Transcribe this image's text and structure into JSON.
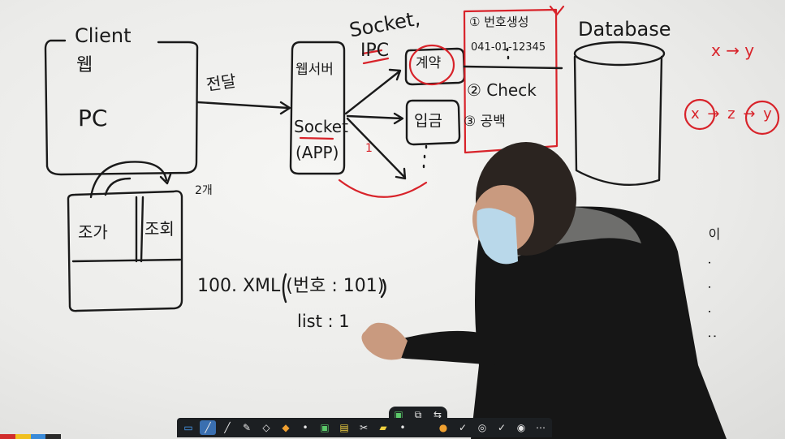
{
  "board": {
    "client": {
      "title": "Client",
      "line1": "웹",
      "line2": "PC"
    },
    "send_label": "전달",
    "webserver": {
      "line1": "웹서버",
      "socket": "Socket",
      "app": "(APP)"
    },
    "socket_ipc": {
      "line1": "Socket,",
      "line2": "IPC"
    },
    "box_gyeyak": "계약",
    "box_ipgeum": "입금",
    "steps": {
      "s1": "① 번호생성",
      "s1_val": "041-01-12345",
      "s2": "② Check",
      "s3": "③ 공백"
    },
    "database": "Database",
    "xy": "x → y",
    "xzy": "x → z → y",
    "two_label": "2개",
    "left_cell": "조가",
    "right_cell": "조회",
    "xml_line": "100. XML (번호 : 101)",
    "list_line": "list : 1",
    "red_one": "1",
    "vert_dots": "이 . . . :"
  },
  "toolbar": {
    "tools": [
      "window-icon",
      "pen-icon",
      "line-icon",
      "brush-icon",
      "shape-icon",
      "eraser-icon",
      "dot-icon",
      "screen-icon",
      "gallery-icon",
      "clip-icon",
      "folder-icon",
      "more-icon"
    ],
    "right_tools": [
      "palette-icon",
      "check-icon",
      "target-icon",
      "check-icon",
      "water-icon",
      "ellipsis-icon"
    ],
    "center_tools": [
      "board-icon",
      "copy-icon",
      "arrows-icon"
    ]
  },
  "colors": {
    "ink": "#1a1a1a",
    "marker_red": "#d8232a",
    "toolbar_bg": "#1c1f22",
    "strip": [
      "#d12c2c",
      "#f0c020",
      "#3a8ad8",
      "#2a2a2a"
    ]
  }
}
